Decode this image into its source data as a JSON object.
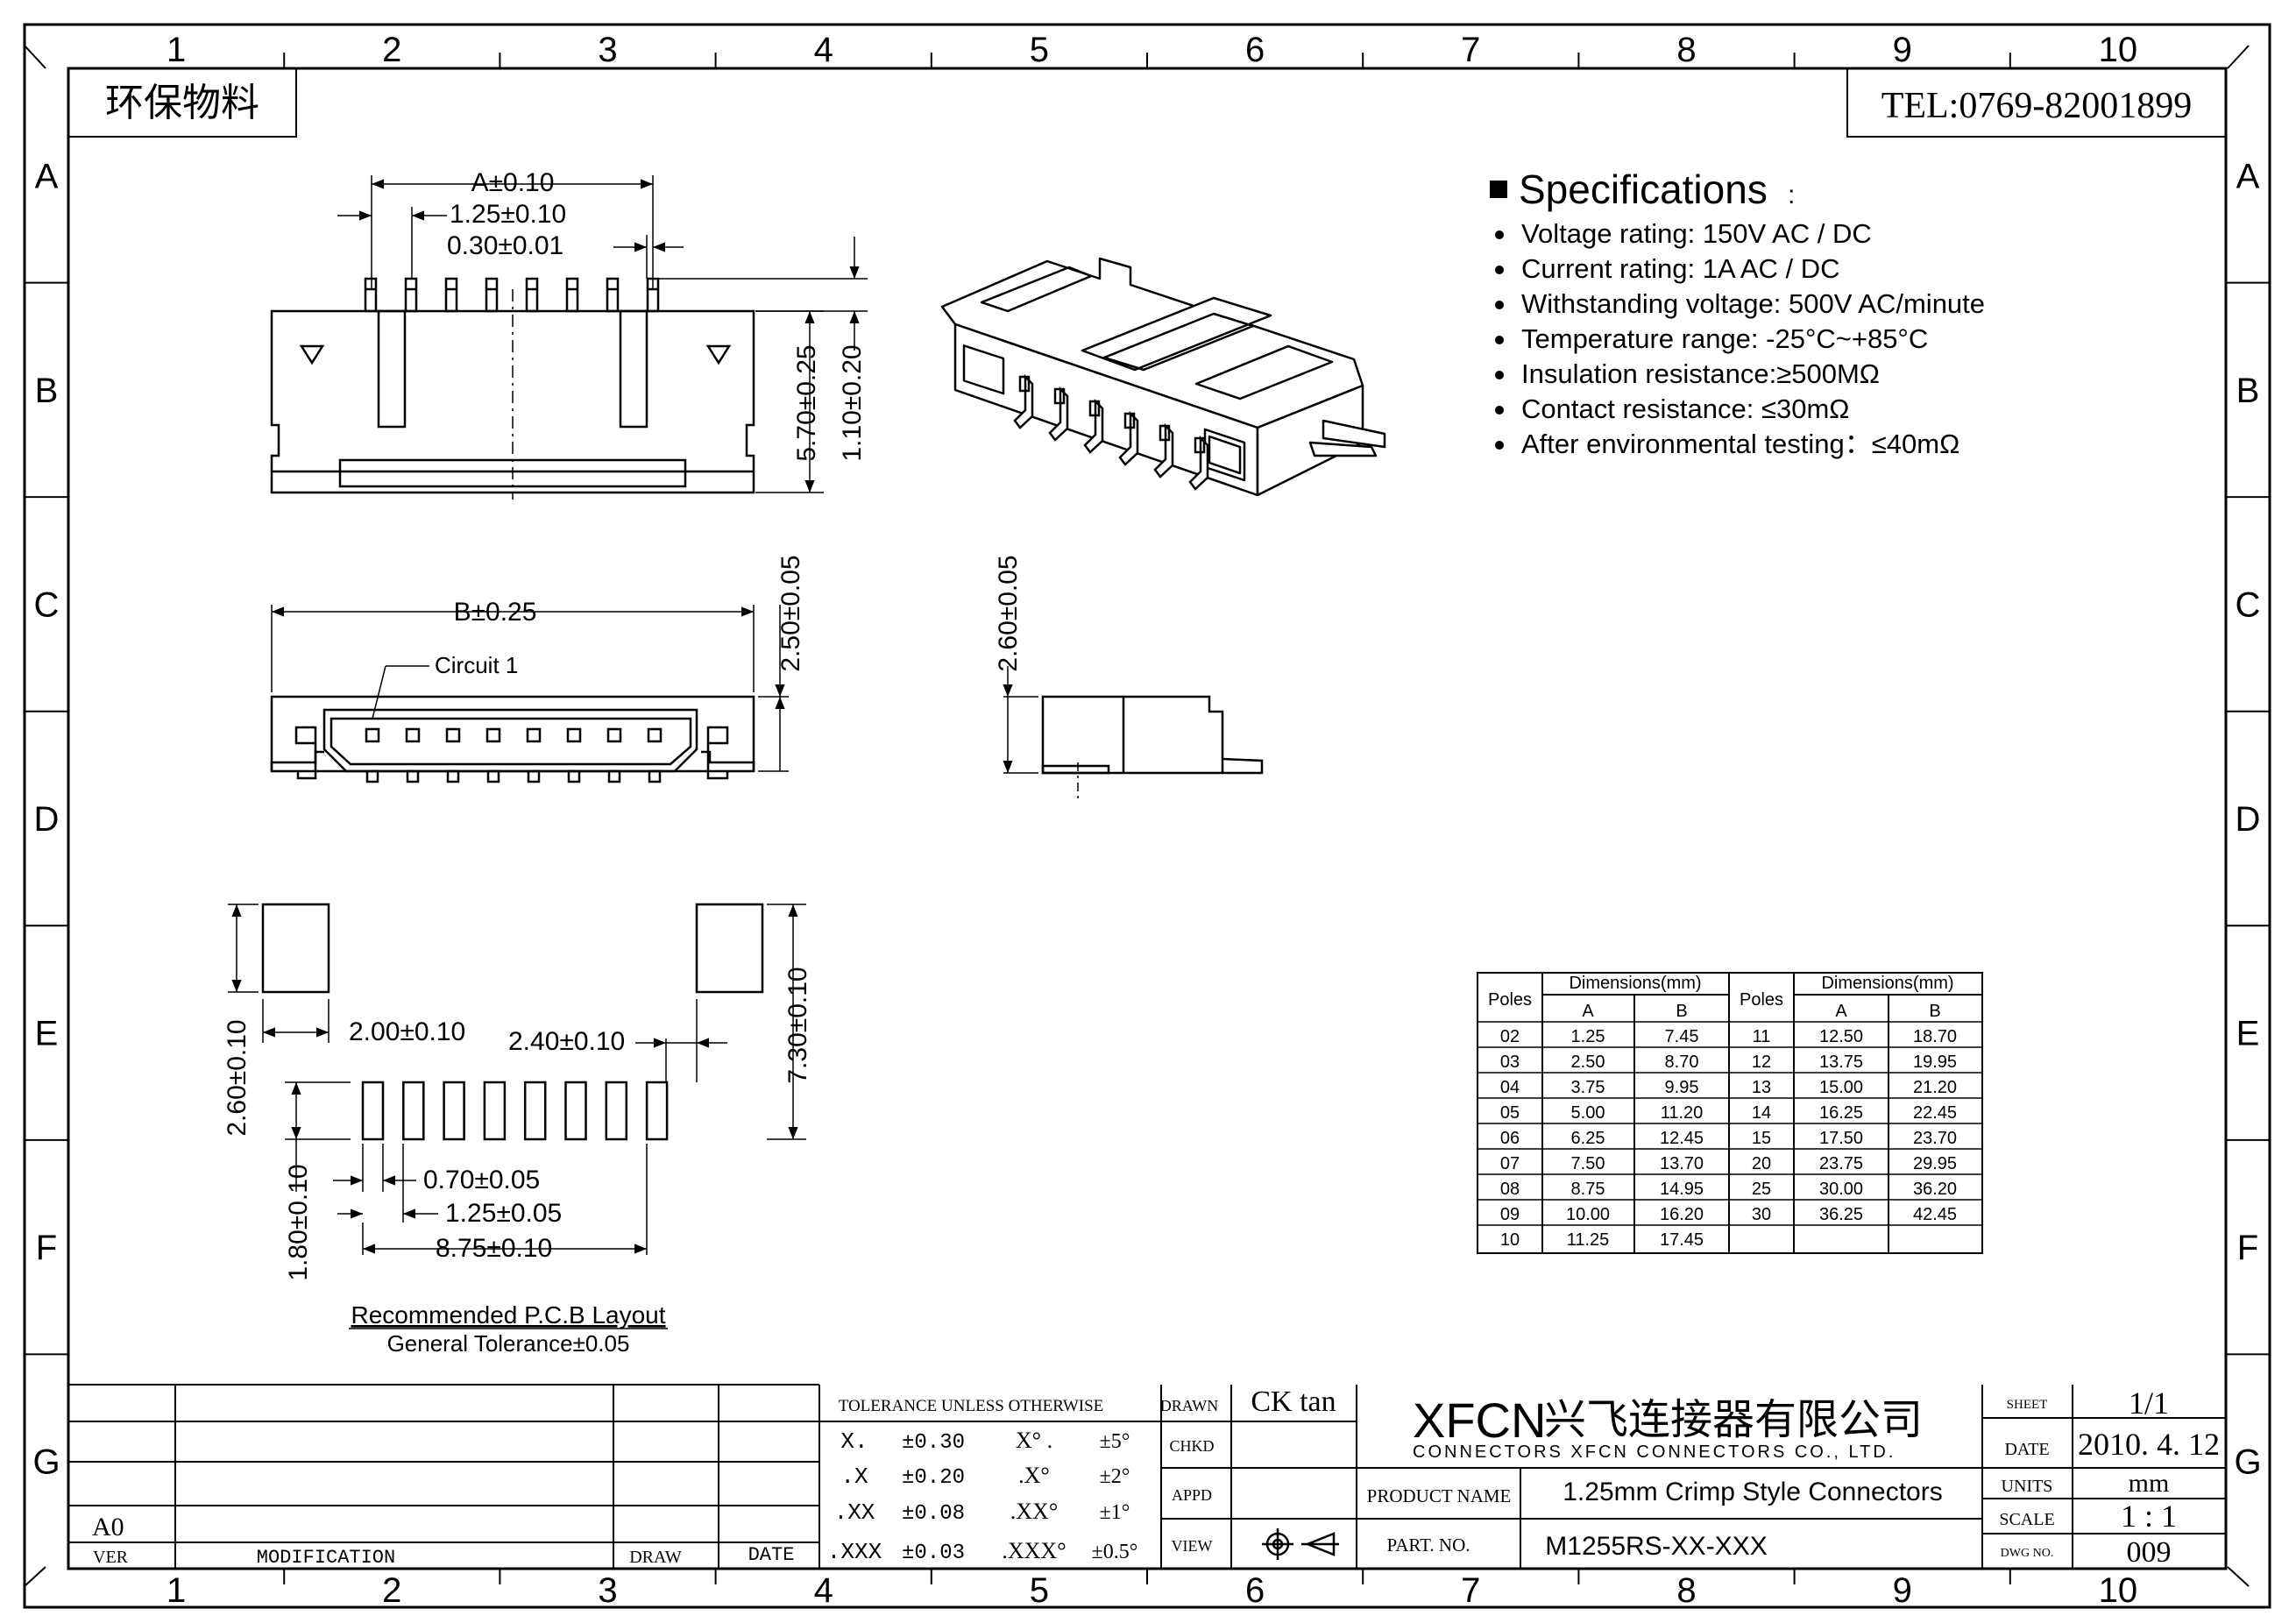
{
  "frame": {
    "columns": [
      "1",
      "2",
      "3",
      "4",
      "5",
      "6",
      "7",
      "8",
      "9",
      "10"
    ],
    "rows": [
      "A",
      "B",
      "C",
      "D",
      "E",
      "F",
      "G"
    ]
  },
  "header": {
    "eco_label": "环保物料",
    "phone": "TEL:0769-82001899"
  },
  "specifications": {
    "title": "Specifications",
    "colon": ":",
    "items": [
      "Voltage rating: 150V AC / DC",
      "Current rating:  1A  AC / DC",
      "Withstanding voltage: 500V AC/minute",
      "Temperature range: -25°C~+85°C",
      "Insulation resistance:≥500MΩ",
      "Contact resistance: ≤30mΩ",
      "After environmental testing：≤40mΩ"
    ]
  },
  "top_view": {
    "dim_a": "A±0.10",
    "dim_pitch": "1.25±0.10",
    "dim_pin": "0.30±0.01",
    "dim_height": "5.70±0.25",
    "dim_pin_height": "1.10±0.20"
  },
  "front_view": {
    "dim_b": "B±0.25",
    "circuit_label": "Circuit 1",
    "dim_depth": "2.50±0.05"
  },
  "side_view": {
    "dim_height": "2.60±0.05"
  },
  "pcb_layout": {
    "dim_pad_w": "2.00±0.10",
    "dim_pad_gap": "2.40±0.10",
    "dim_pad_h": "2.60±0.10",
    "dim_total_h": "7.30±0.10",
    "dim_pin_pad_w": "0.70±0.05",
    "dim_pitch": "1.25±0.05",
    "dim_span": "8.75±0.10",
    "dim_pin_pad_h": "1.80±0.10",
    "title": "Recommended P.C.B Layout",
    "tolerance": "General Tolerance±0.05"
  },
  "dimensions_table": {
    "col_poles": "Poles",
    "col_dims": "Dimensions(mm)",
    "col_a": "A",
    "col_b": "B",
    "left_rows": [
      [
        "02",
        "1.25",
        "7.45"
      ],
      [
        "03",
        "2.50",
        "8.70"
      ],
      [
        "04",
        "3.75",
        "9.95"
      ],
      [
        "05",
        "5.00",
        "11.20"
      ],
      [
        "06",
        "6.25",
        "12.45"
      ],
      [
        "07",
        "7.50",
        "13.70"
      ],
      [
        "08",
        "8.75",
        "14.95"
      ],
      [
        "09",
        "10.00",
        "16.20"
      ],
      [
        "10",
        "11.25",
        "17.45"
      ]
    ],
    "right_rows": [
      [
        "11",
        "12.50",
        "18.70"
      ],
      [
        "12",
        "13.75",
        "19.95"
      ],
      [
        "13",
        "15.00",
        "21.20"
      ],
      [
        "14",
        "16.25",
        "22.45"
      ],
      [
        "15",
        "17.50",
        "23.70"
      ],
      [
        "20",
        "23.75",
        "29.95"
      ],
      [
        "25",
        "30.00",
        "36.20"
      ],
      [
        "30",
        "36.25",
        "42.45"
      ],
      [
        "",
        "",
        ""
      ]
    ]
  },
  "title_block": {
    "revision": "A0",
    "ver_label": "VER",
    "modification_label": "MODIFICATION",
    "draw_label": "DRAW",
    "date_label": "DATE",
    "tolerance_heading": "TOLERANCE UNLESS OTHERWISE",
    "tolerances": [
      [
        "X.",
        "±0.30",
        "X° .",
        "±5°"
      ],
      [
        ".X",
        "±0.20",
        ".X°",
        "±2°"
      ],
      [
        ".XX",
        "±0.08",
        ".XX°",
        "±1°"
      ],
      [
        ".XXX",
        "±0.03",
        ".XXX°",
        "±0.5°"
      ]
    ],
    "drawn_label": "DRAWN",
    "drawn_value": "CK tan",
    "chkd_label": "CHKD",
    "appd_label": "APPD",
    "view_label": "VIEW",
    "company_brand": "XFCN",
    "company_cn": "兴飞连接器有限公司",
    "company_en": "CONNECTORS XFCN CONNECTORS CO., LTD.",
    "product_name_label": "PRODUCT NAME",
    "product_name": "1.25mm Crimp Style Connectors",
    "part_no_label": "PART. NO.",
    "part_no": "M1255RS-XX-XXX",
    "sheet_label": "SHEET",
    "sheet_value": "1/1",
    "date_field_label": "DATE",
    "date_value": "2010. 4. 12",
    "units_label": "UNITS",
    "units_value": "mm",
    "scale_label": "SCALE",
    "scale_value": "1 : 1",
    "dwg_label": "DWG NO.",
    "dwg_value": "009"
  }
}
